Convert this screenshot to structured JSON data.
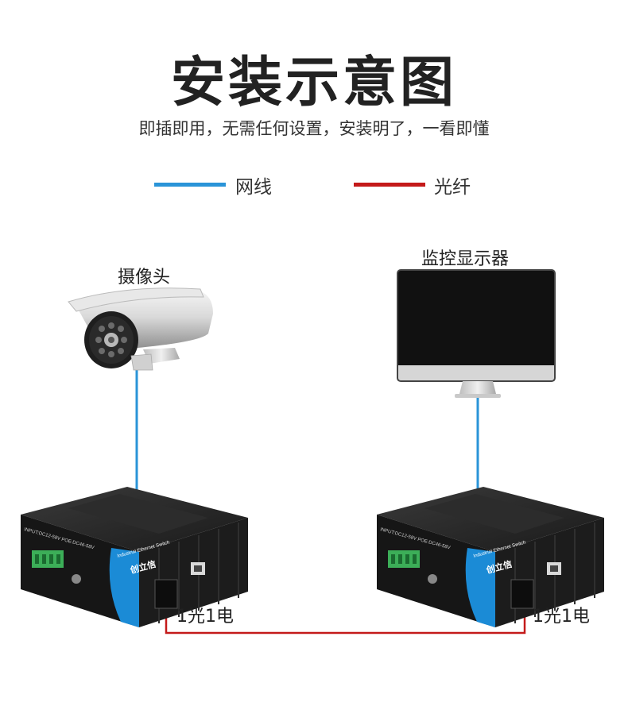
{
  "header": {
    "title": "安装示意图",
    "subtitle": "即插即用，无需任何设置，安装明了，一看即懂"
  },
  "legend": {
    "network_cable": {
      "label": "网线",
      "color": "#2a94d8"
    },
    "fiber": {
      "label": "光纤",
      "color": "#c41a1a"
    }
  },
  "devices": {
    "camera": {
      "label": "摄像头"
    },
    "monitor": {
      "label": "监控显示器"
    },
    "switch_left": {
      "port_label": "1光1电",
      "brand": "创立信",
      "model_text": "Industrial Ethernet Switch",
      "input_text": "INPUT:DC12-58V POE:DC46-58V"
    },
    "switch_right": {
      "port_label": "1光1电",
      "brand": "创立信",
      "model_text": "Industrial Ethernet Switch",
      "input_text": "INPUT:DC12-58V POE:DC46-58V"
    }
  }
}
